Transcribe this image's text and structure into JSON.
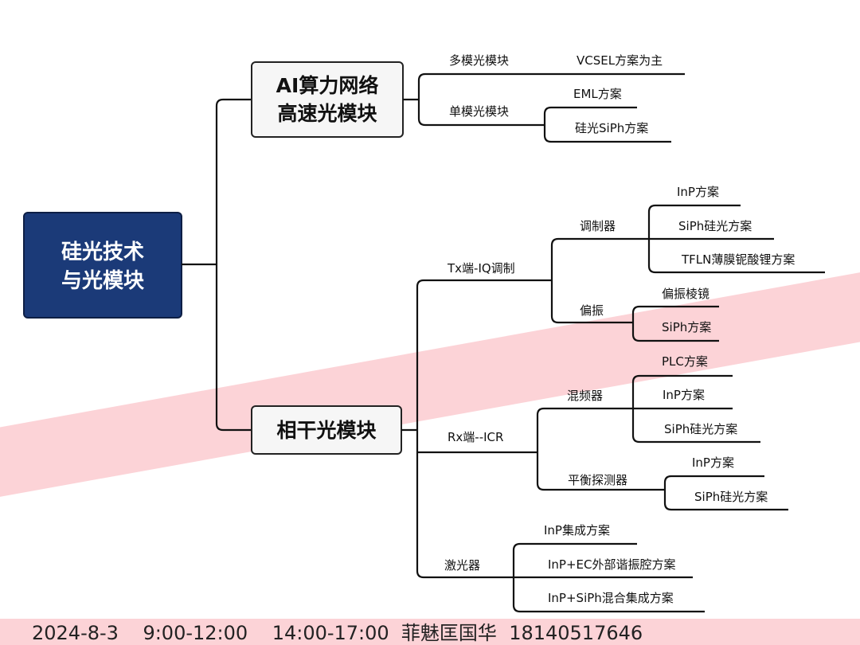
{
  "root": {
    "line1": "硅光技术",
    "line2": "与光模块",
    "color": "#1b3a78"
  },
  "branches": {
    "ai": {
      "line1": "AI算力网络",
      "line2": "高速光模块",
      "multimode": {
        "label": "多模光模块",
        "child": "VCSEL方案为主"
      },
      "singlemode": {
        "label": "单模光模块",
        "children": [
          "EML方案",
          "硅光SiPh方案"
        ]
      }
    },
    "coherent": {
      "label": "相干光模块",
      "tx": {
        "label": "Tx端-IQ调制",
        "modulator": {
          "label": "调制器",
          "children": [
            "InP方案",
            "SiPh硅光方案",
            "TFLN薄膜铌酸锂方案"
          ]
        },
        "polarization": {
          "label": "偏振",
          "children": [
            "偏振棱镜",
            "SiPh方案",
            "PLC方案"
          ]
        }
      },
      "rx": {
        "label": "Rx端--ICR",
        "mixer": {
          "label": "混频器",
          "children": [
            "InP方案",
            "SiPh硅光方案"
          ]
        },
        "detector": {
          "label": "平衡探测器",
          "children": [
            "InP方案",
            "SiPh硅光方案"
          ]
        }
      },
      "laser": {
        "label": "激光器",
        "children": [
          "InP集成方案",
          "InP+EC外部谐振腔方案",
          "InP+SiPh混合集成方案"
        ]
      }
    }
  },
  "watermark": {
    "text": "2024-8-3    9:00-12:00    14:00-17:00  菲魅匡国华  18140517646"
  }
}
